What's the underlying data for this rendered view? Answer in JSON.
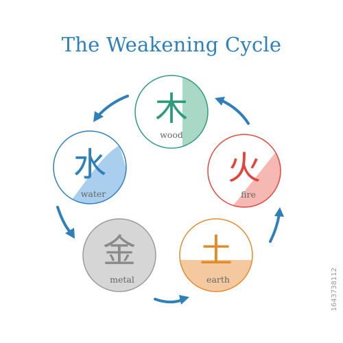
{
  "title": "The Weakening Cycle",
  "elements": [
    {
      "id": "wood",
      "kanji": "木",
      "label": "wood",
      "color": "#2e9a7c",
      "fill": "#a9d8c7"
    },
    {
      "id": "fire",
      "kanji": "火",
      "label": "fire",
      "color": "#e0463c",
      "fill": "#f5b8b3"
    },
    {
      "id": "earth",
      "kanji": "土",
      "label": "earth",
      "color": "#e38a2b",
      "fill": "#f4c9a0"
    },
    {
      "id": "metal",
      "kanji": "金",
      "label": "metal",
      "color": "#999999",
      "fill": "#d6d6d6"
    },
    {
      "id": "water",
      "kanji": "水",
      "label": "water",
      "color": "#2f7fb9",
      "fill": "#aacfee"
    }
  ],
  "arrow_color": "#2f7fb9",
  "watermark": "1643738112"
}
